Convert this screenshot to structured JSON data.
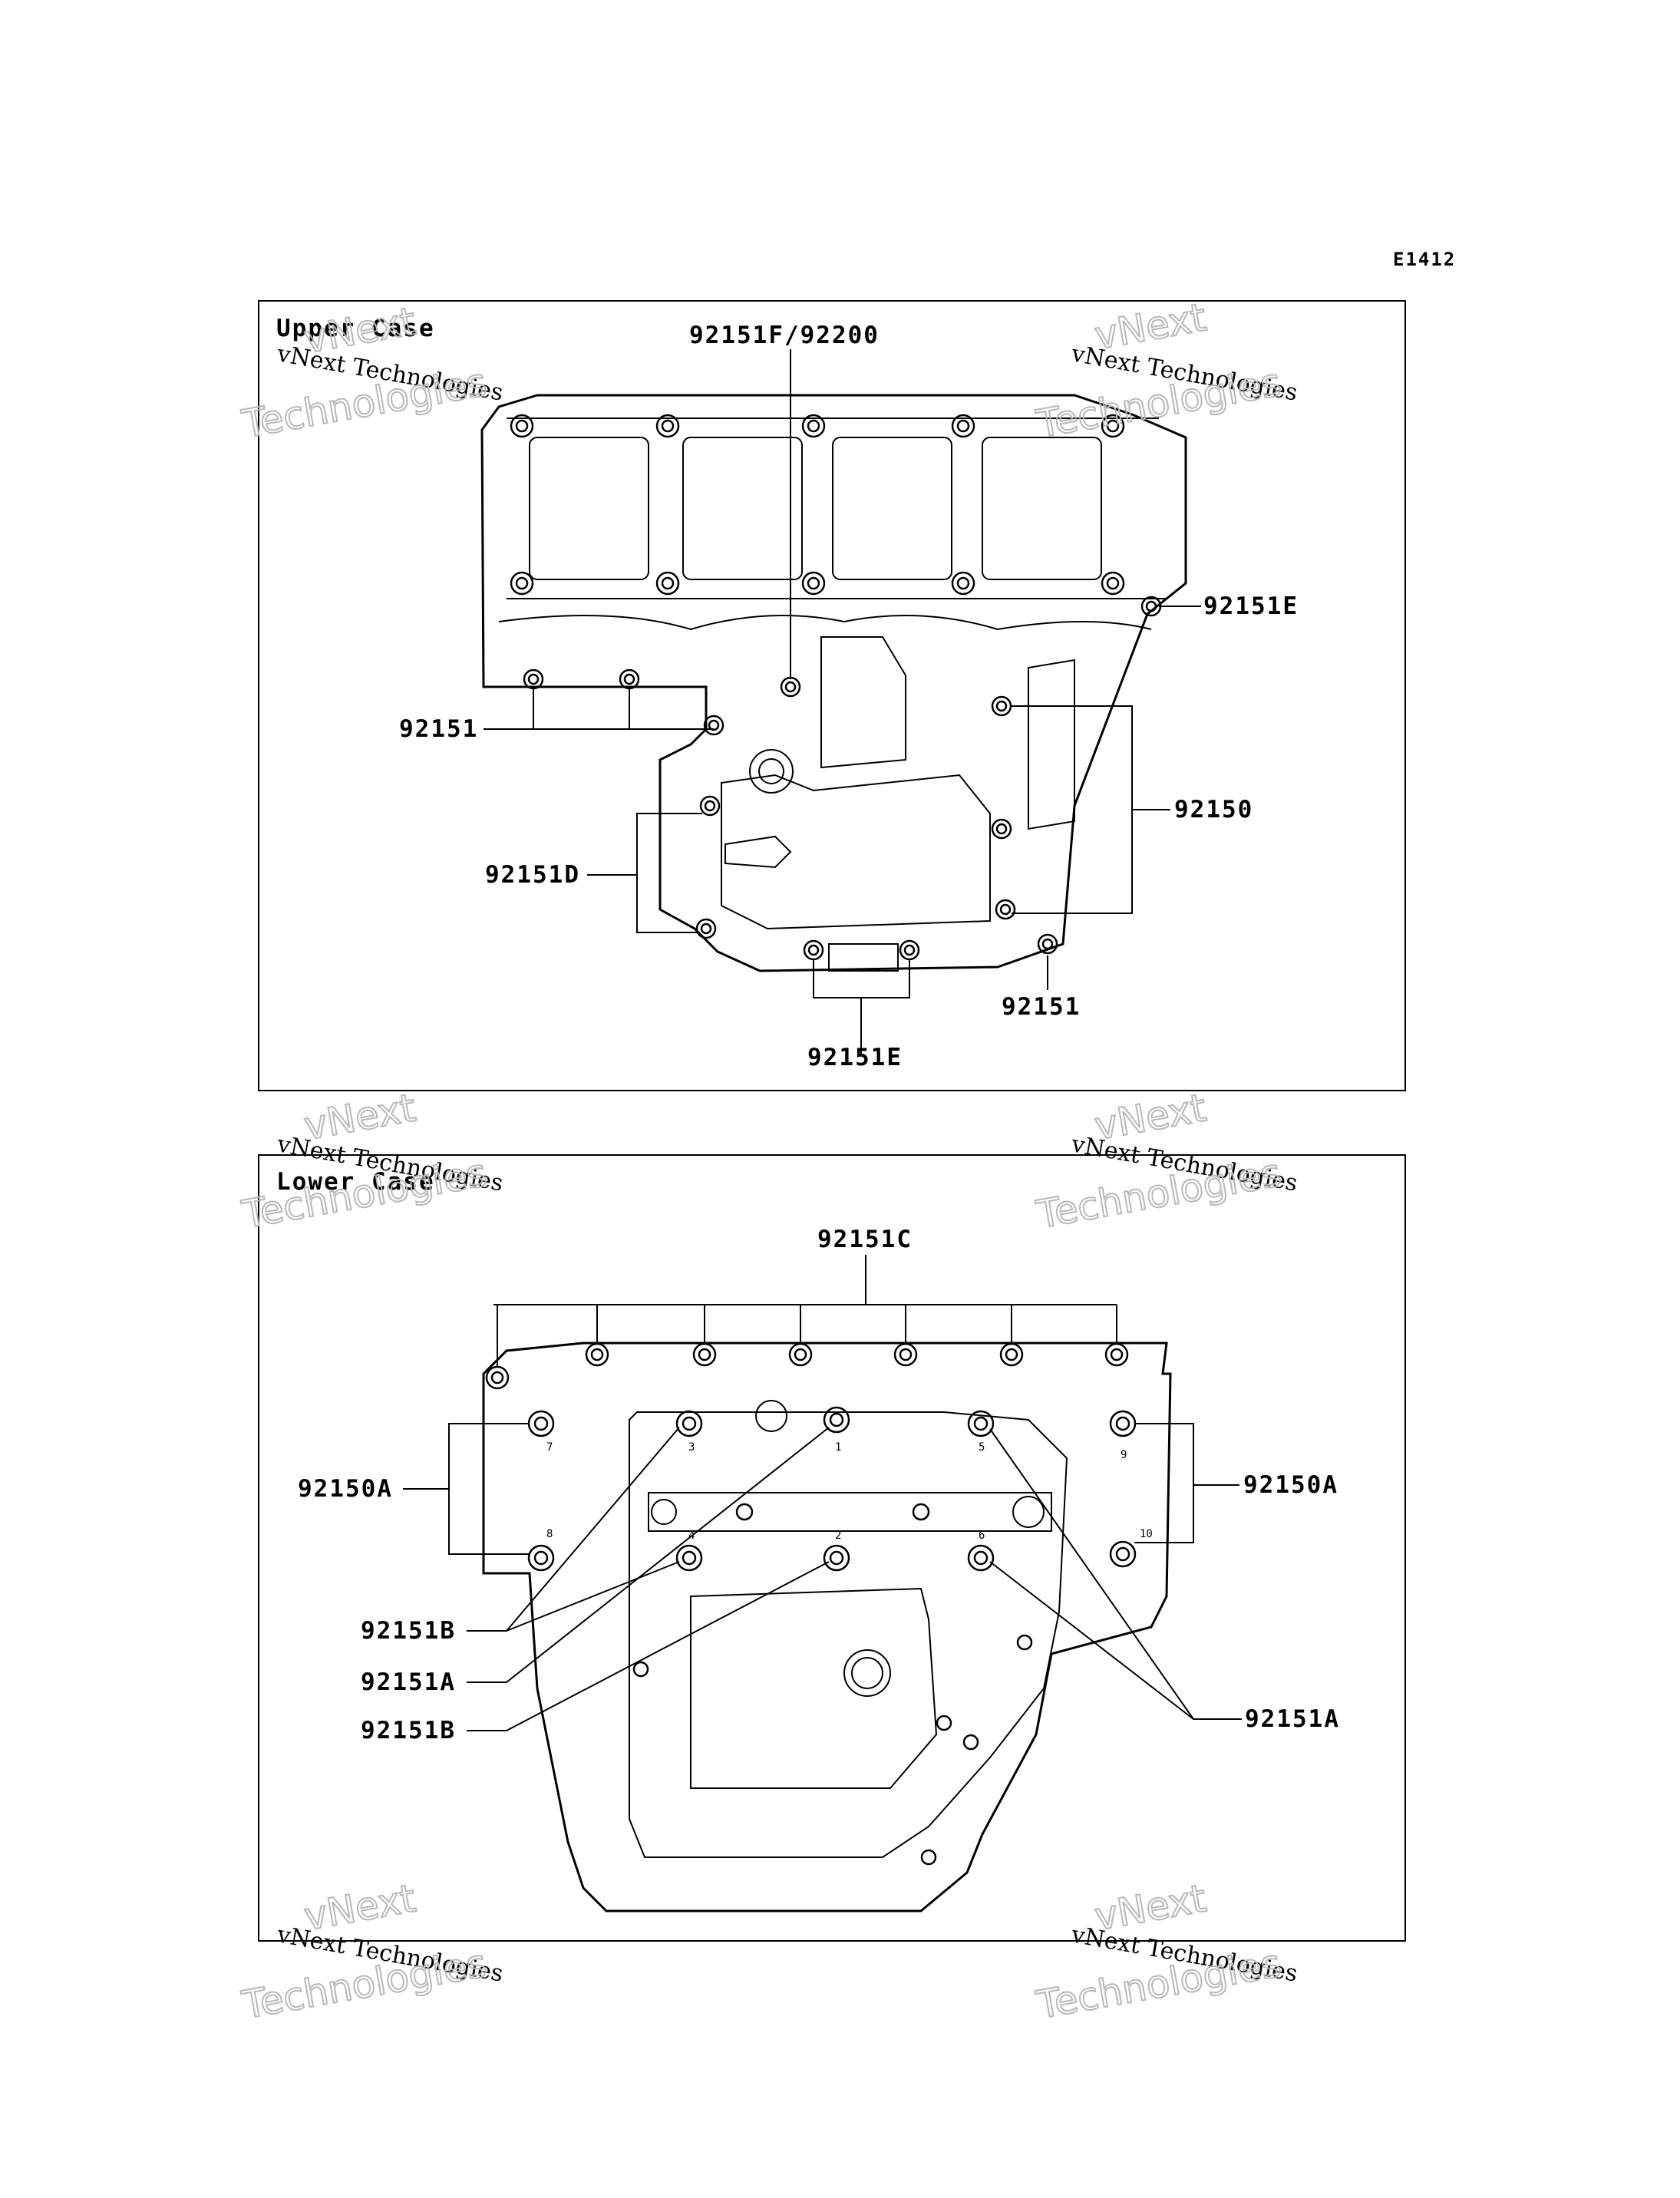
{
  "diagram_code": "E1412",
  "panels": {
    "upper": {
      "title": "Upper Case"
    },
    "lower": {
      "title": "Lower Case"
    }
  },
  "callouts": {
    "upper": [
      "92151F/92200",
      "92151E",
      "92151",
      "92150",
      "92151D",
      "92151",
      "92151E"
    ],
    "lower": [
      "92151C",
      "92150A",
      "92150A",
      "92151B",
      "92151A",
      "92151B",
      "92151A"
    ]
  },
  "bolt_numbers": [
    "7",
    "3",
    "1",
    "5",
    "9",
    "8",
    "4",
    "2",
    "6",
    "10"
  ],
  "watermark": {
    "line1": "vNext Technologies",
    "line2": "vNext",
    "line3": "Technologies"
  }
}
